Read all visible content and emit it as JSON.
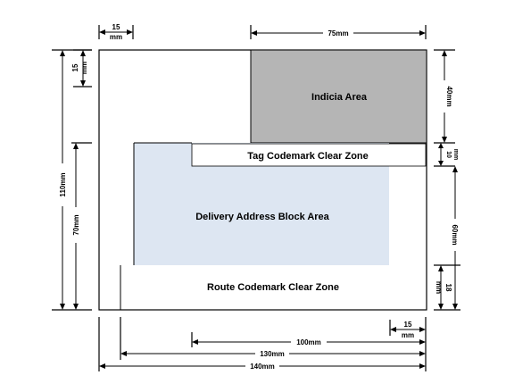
{
  "diagram": {
    "regions": {
      "indicia_area": "Indicia Area",
      "tag_codemark_clear_zone": "Tag Codemark Clear Zone",
      "delivery_address_block_area": "Delivery Address Block Area",
      "route_codemark_clear_zone": "Route Codemark Clear Zone"
    },
    "dimensions": {
      "top_left_margin": {
        "value": "15",
        "unit": "mm"
      },
      "indicia_width": "75mm",
      "left_top_margin": {
        "value": "15",
        "unit": "mm"
      },
      "overall_height": "110mm",
      "address_height": "70mm",
      "indicia_height": "40mm",
      "tag_zone_height": {
        "value": "10",
        "unit": "mm"
      },
      "right_middle_height": "60mm",
      "route_zone_height": {
        "value": "18",
        "unit": "mm"
      },
      "bottom_right_margin": {
        "value": "15",
        "unit": "mm"
      },
      "width_100": "100mm",
      "width_130": "130mm",
      "width_140": "140mm"
    },
    "colors": {
      "indicia_fill": "#b5b5b5",
      "address_fill": "#dde6f2",
      "outline": "#000000"
    }
  }
}
